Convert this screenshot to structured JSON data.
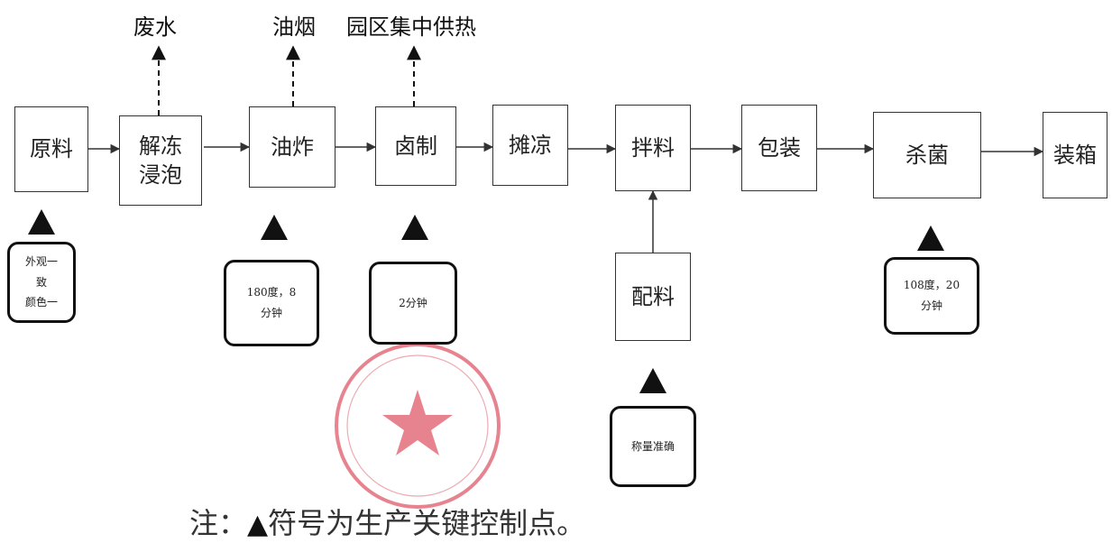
{
  "byproducts": {
    "wastewater": "废水",
    "oil_fume": "油烟",
    "heat": "园区集中供热"
  },
  "steps": {
    "raw": "原料",
    "thaw_soak": "解冻\n浸泡",
    "fry": "油炸",
    "marinate": "卤制",
    "cool": "摊凉",
    "mix": "拌料",
    "pack": "包装",
    "sterilize": "杀菌",
    "box": "装箱",
    "batch": "配料"
  },
  "control_points": {
    "raw": "外观一\n致\n颜色一",
    "fry": "180度，8\n分钟",
    "marinate": "2分钟",
    "sterilize": "108度，20\n分钟",
    "batch": "称量准确"
  },
  "footnote": {
    "prefix": "注：",
    "symbol": "▲",
    "text": "符号为生产关键控制点。"
  },
  "colors": {
    "stamp": "#e05a6a",
    "line": "#333333",
    "marker": "#111111"
  }
}
